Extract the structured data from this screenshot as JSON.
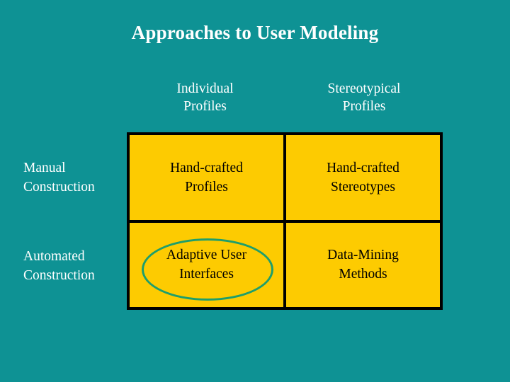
{
  "slide": {
    "title": "Approaches to User Modeling",
    "background_color": "#0e9294",
    "title_color": "#ffffff"
  },
  "matrix": {
    "cell_fill_color": "#fdcb01",
    "cell_border_color": "#000000",
    "cell_text_color": "#000000",
    "column_headers": [
      {
        "line1": "Individual",
        "line2": "Profiles"
      },
      {
        "line1": "Stereotypical",
        "line2": "Profiles"
      }
    ],
    "row_labels": [
      {
        "line1": "Manual",
        "line2": "Construction"
      },
      {
        "line1": "Automated",
        "line2": "Construction"
      }
    ],
    "cells": [
      [
        {
          "line1": "Hand-crafted",
          "line2": "Profiles"
        },
        {
          "line1": "Hand-crafted",
          "line2": "Stereotypes"
        }
      ],
      [
        {
          "line1": "Adaptive User",
          "line2": "Interfaces"
        },
        {
          "line1": "Data-Mining",
          "line2": "Methods"
        }
      ]
    ]
  },
  "annotation": {
    "type": "ellipse-highlight",
    "target_cell": "Adaptive User Interfaces",
    "stroke_color": "#1f9e6b"
  }
}
